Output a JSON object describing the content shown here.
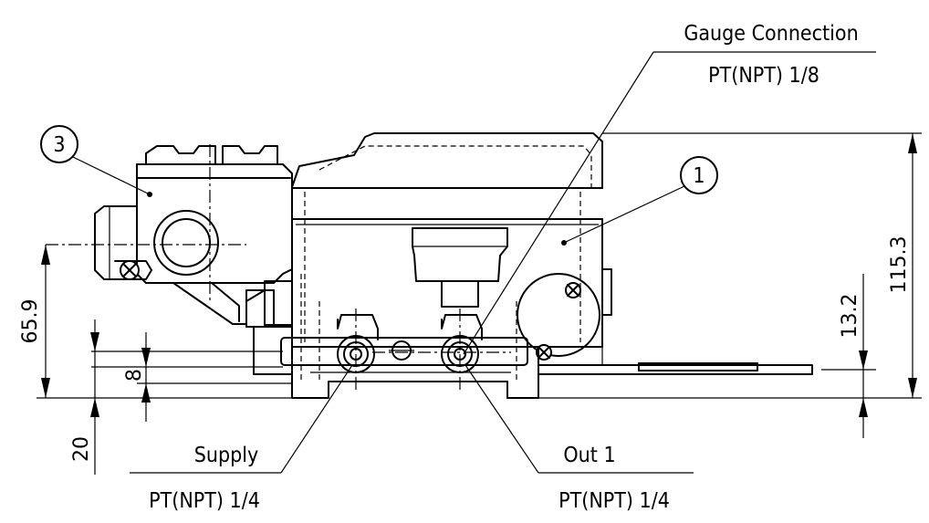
{
  "callouts": {
    "gauge_connection": {
      "name": "Gauge Connection",
      "thread": "PT(NPT) 1/8"
    },
    "supply": {
      "name": "Supply",
      "thread": "PT(NPT) 1/4"
    },
    "out1": {
      "name": "Out 1",
      "thread": "PT(NPT) 1/4"
    }
  },
  "balloons": {
    "item1": "1",
    "item3": "3"
  },
  "dimensions": {
    "overall_height": "115.3",
    "port_height": "65.9",
    "plate_offset": "13.2",
    "port_spacing": "8",
    "bottom_offset": "20"
  }
}
